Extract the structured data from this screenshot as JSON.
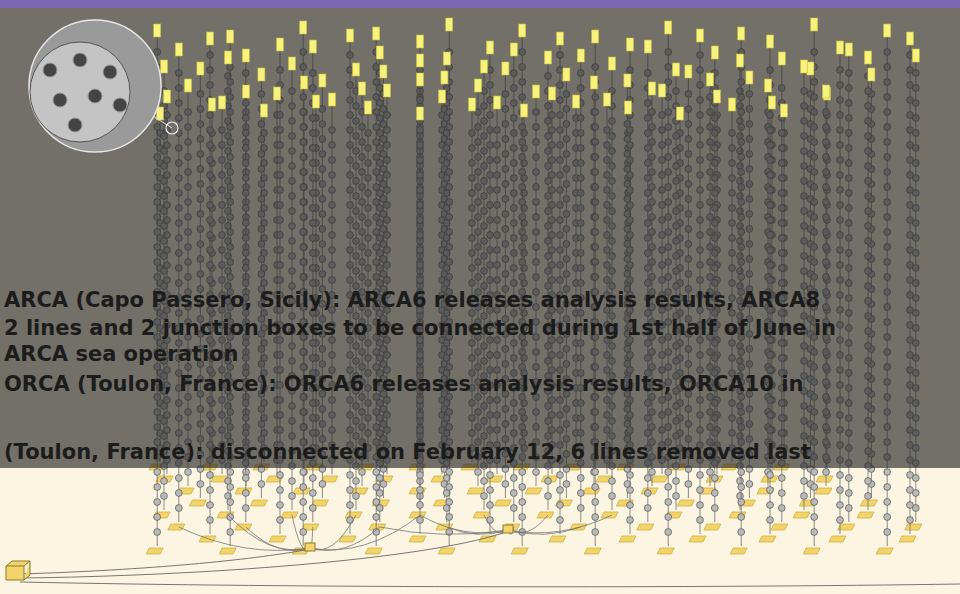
{
  "diagram": {
    "labels": [
      "ARCA (Capo Passero, Sicily): ARCA6 releases analysis results, ARCA8",
      "2 lines and 2 junction boxes to be connected during 1st half of June in",
      "ARCA sea operation",
      "ORCA (Toulon, France): ORCA6 releases analysis results, ORCA10 in",
      "(Toulon, France): disconnected on February 12, 6 lines removed last"
    ]
  }
}
